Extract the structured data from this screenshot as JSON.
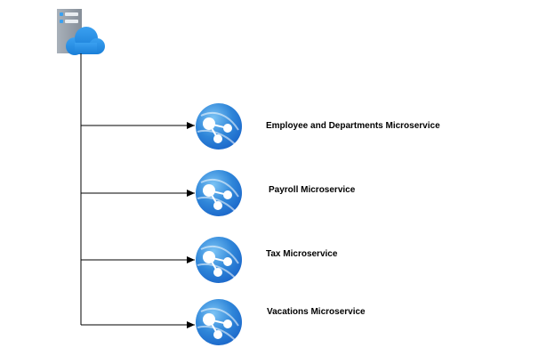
{
  "diagram": {
    "root_icon": "server-cloud-icon",
    "service_icon": "app-service-globe-icon",
    "colors": {
      "connector": "#000000",
      "globe_light": "#7cc4f5",
      "globe_dark": "#1a65c9",
      "cloud": "#1f8fe6",
      "server_body": "#9aa3ad",
      "node": "#ffffff"
    },
    "services": [
      {
        "label": "Employee and Departments Microservice"
      },
      {
        "label": "Payroll Microservice"
      },
      {
        "label": "Tax Microservice"
      },
      {
        "label": "Vacations Microservice"
      }
    ]
  }
}
